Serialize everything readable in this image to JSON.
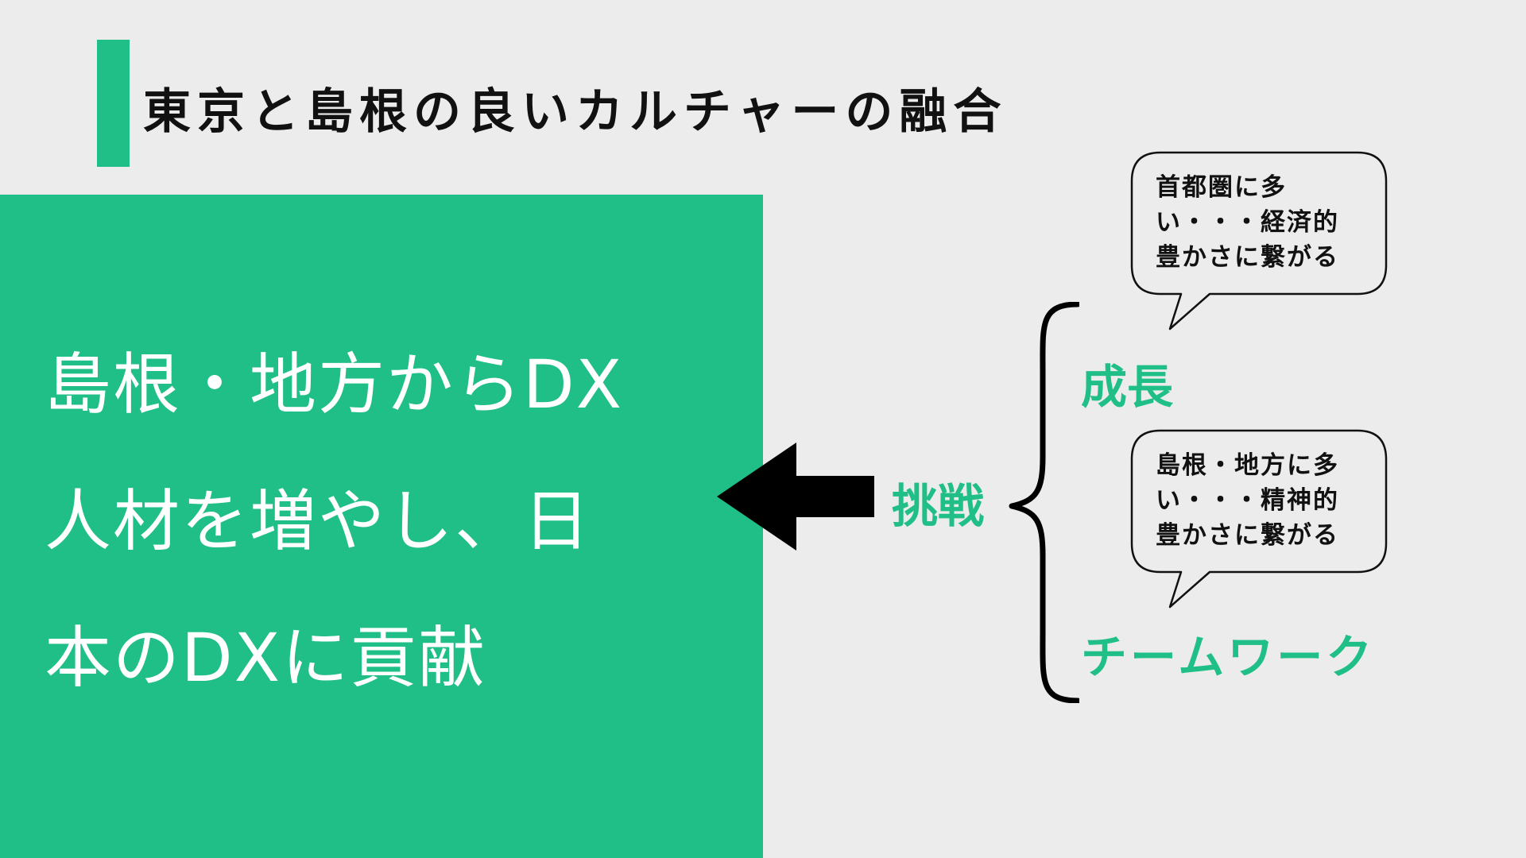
{
  "slide": {
    "title": "東京と島根の良いカルチャーの融合"
  },
  "main_message": {
    "line1": "島根・地方からDX",
    "line2": "人材を増やし、日",
    "line3": "本のDXに貢献"
  },
  "challenge_label": "挑戦",
  "branches": {
    "growth": {
      "label": "成長",
      "bubble_line1": "首都圏に多",
      "bubble_line2": "い・・・経済的",
      "bubble_line3": "豊かさに繋がる"
    },
    "teamwork": {
      "label": "チームワーク",
      "bubble_line1": "島根・地方に多",
      "bubble_line2": "い・・・精神的",
      "bubble_line3": "豊かさに繋がる"
    }
  },
  "colors": {
    "accent": "#20bf87",
    "background": "#ececec",
    "text_dark": "#111111",
    "text_light": "#ffffff"
  },
  "icons": {
    "arrow": "arrow-left-icon",
    "brace": "curly-brace-icon"
  }
}
